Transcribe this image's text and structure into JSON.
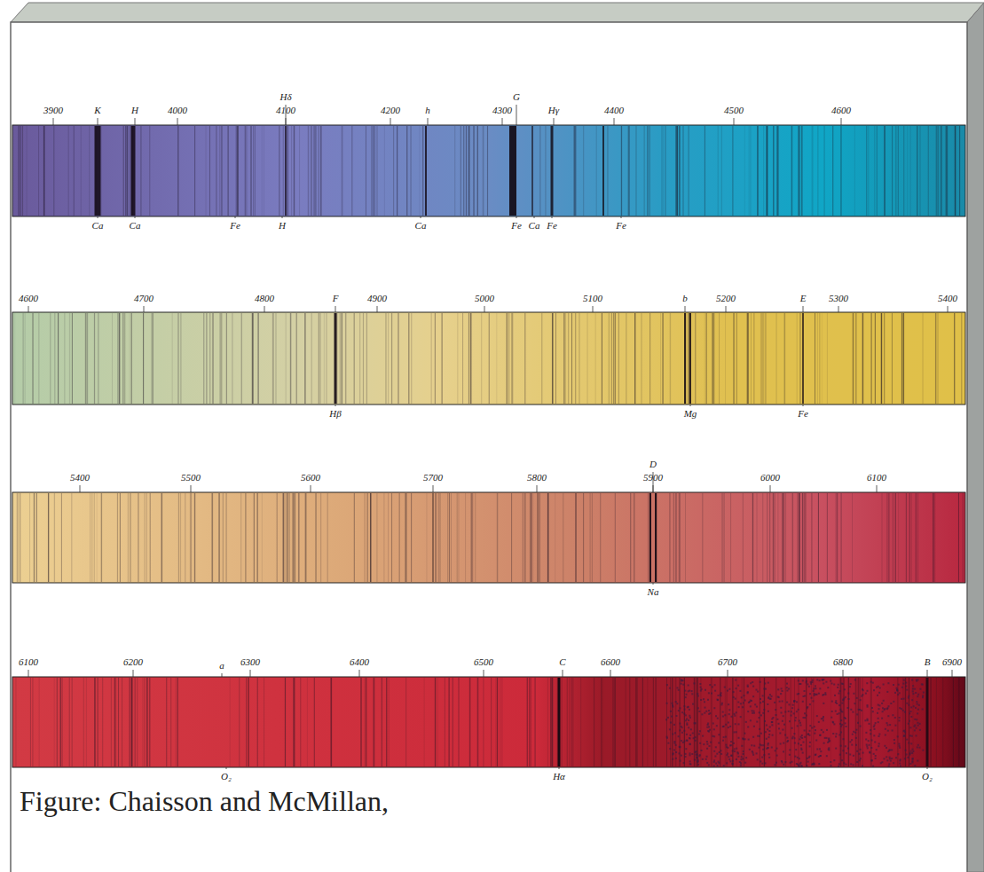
{
  "diagram": {
    "caption": "Figure: Chaisson and McMillan,",
    "labels": [
      "3900",
      "K",
      "H",
      "4000",
      "Hδ",
      "4100",
      "4200",
      "h",
      "4300",
      "G",
      "Hγ",
      "4400",
      "4500",
      "4600",
      "Ca",
      "Ca",
      "Fe",
      "H",
      "Ca",
      "Fe",
      "Ca",
      "Fe",
      "Fe",
      "4600",
      "4700",
      "4800",
      "F",
      "4900",
      "5000",
      "5100",
      "b",
      "5200",
      "E",
      "5300",
      "5400",
      "Hβ",
      "Mg",
      "Fe",
      "5400",
      "5500",
      "5600",
      "5700",
      "5800",
      "D",
      "5900",
      "6000",
      "6100",
      "Na",
      "6100",
      "6200",
      "a",
      "6300",
      "6400",
      "6500",
      "C",
      "6600",
      "6700",
      "6800",
      "B",
      "6900",
      "O₂",
      "Hα",
      "O₂"
    ]
  }
}
